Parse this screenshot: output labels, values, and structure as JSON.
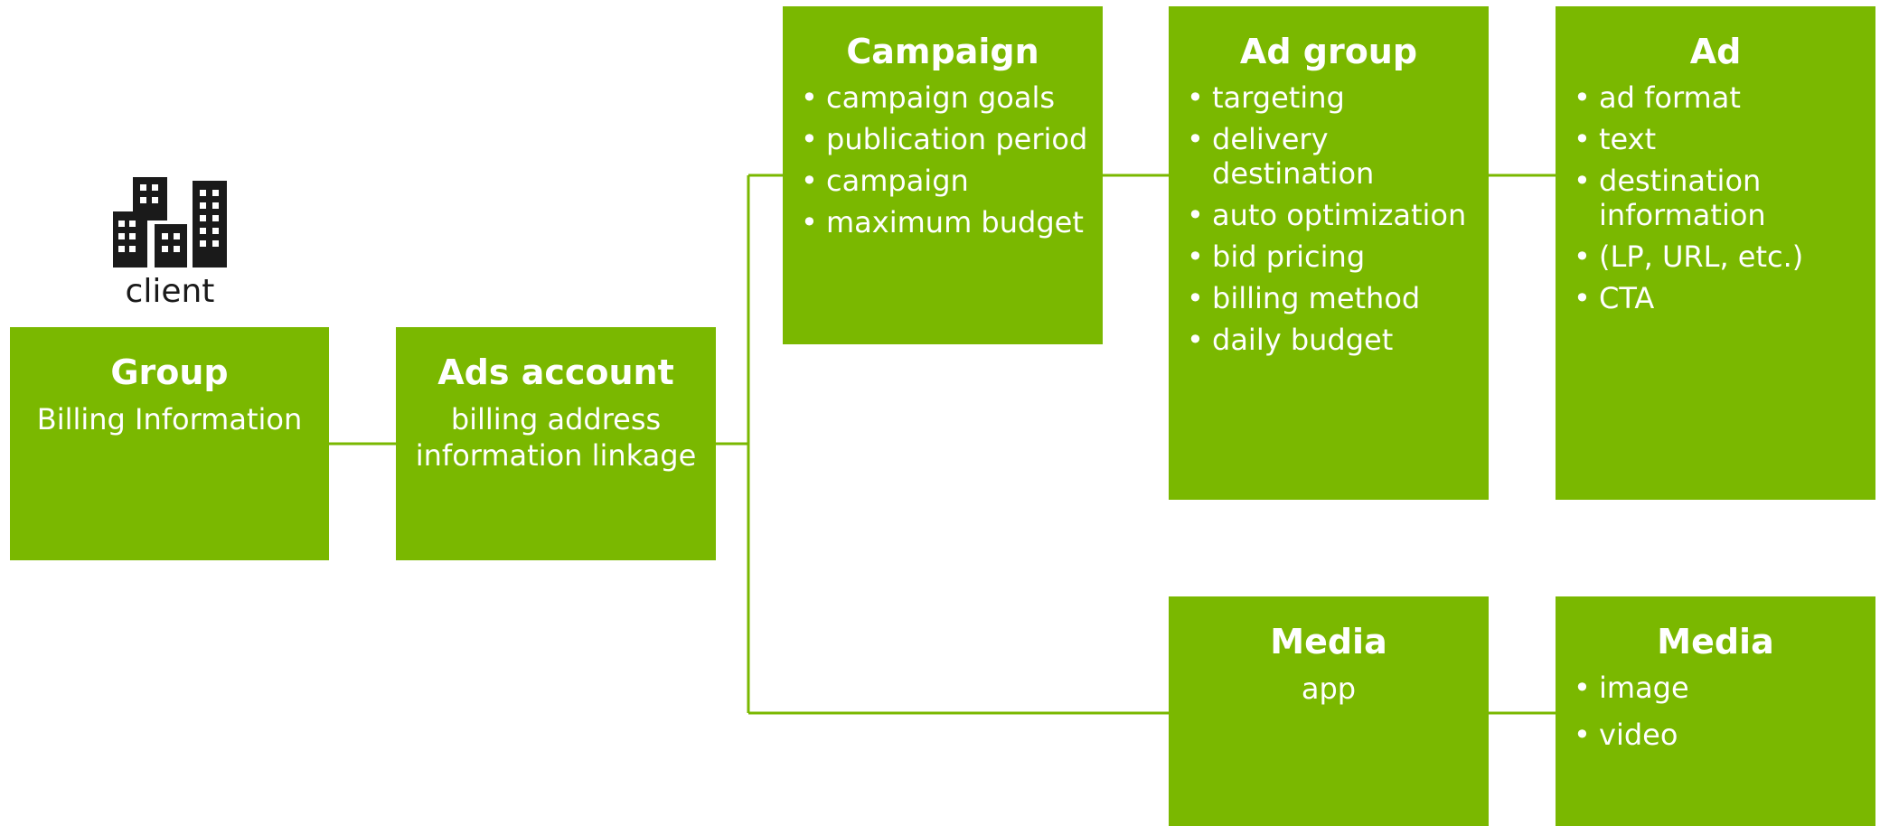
{
  "client": {
    "label": "client",
    "icon": "office-buildings-icon"
  },
  "colors": {
    "box_fill": "#7ab800",
    "box_text": "#ffffff",
    "connector": "#7ab800",
    "icon": "#1a1a1a"
  },
  "nodes": {
    "group": {
      "title": "Group",
      "text": "Billing Information"
    },
    "ads_account": {
      "title": "Ads account",
      "text_lines": [
        "billing address",
        "information linkage"
      ]
    },
    "campaign": {
      "title": "Campaign",
      "items": [
        "campaign goals",
        "publication period",
        "campaign",
        "maximum budget"
      ]
    },
    "ad_group": {
      "title": "Ad group",
      "items": [
        "targeting",
        "delivery destination",
        "auto optimization",
        "bid pricing",
        "billing method",
        "daily budget"
      ]
    },
    "ad": {
      "title": "Ad",
      "items": [
        "ad format",
        "text",
        "destination information",
        "(LP, URL, etc.)",
        "CTA"
      ]
    },
    "media_app": {
      "title": "Media",
      "text": "app"
    },
    "media_assets": {
      "title": "Media",
      "items": [
        "image",
        "video"
      ]
    }
  }
}
